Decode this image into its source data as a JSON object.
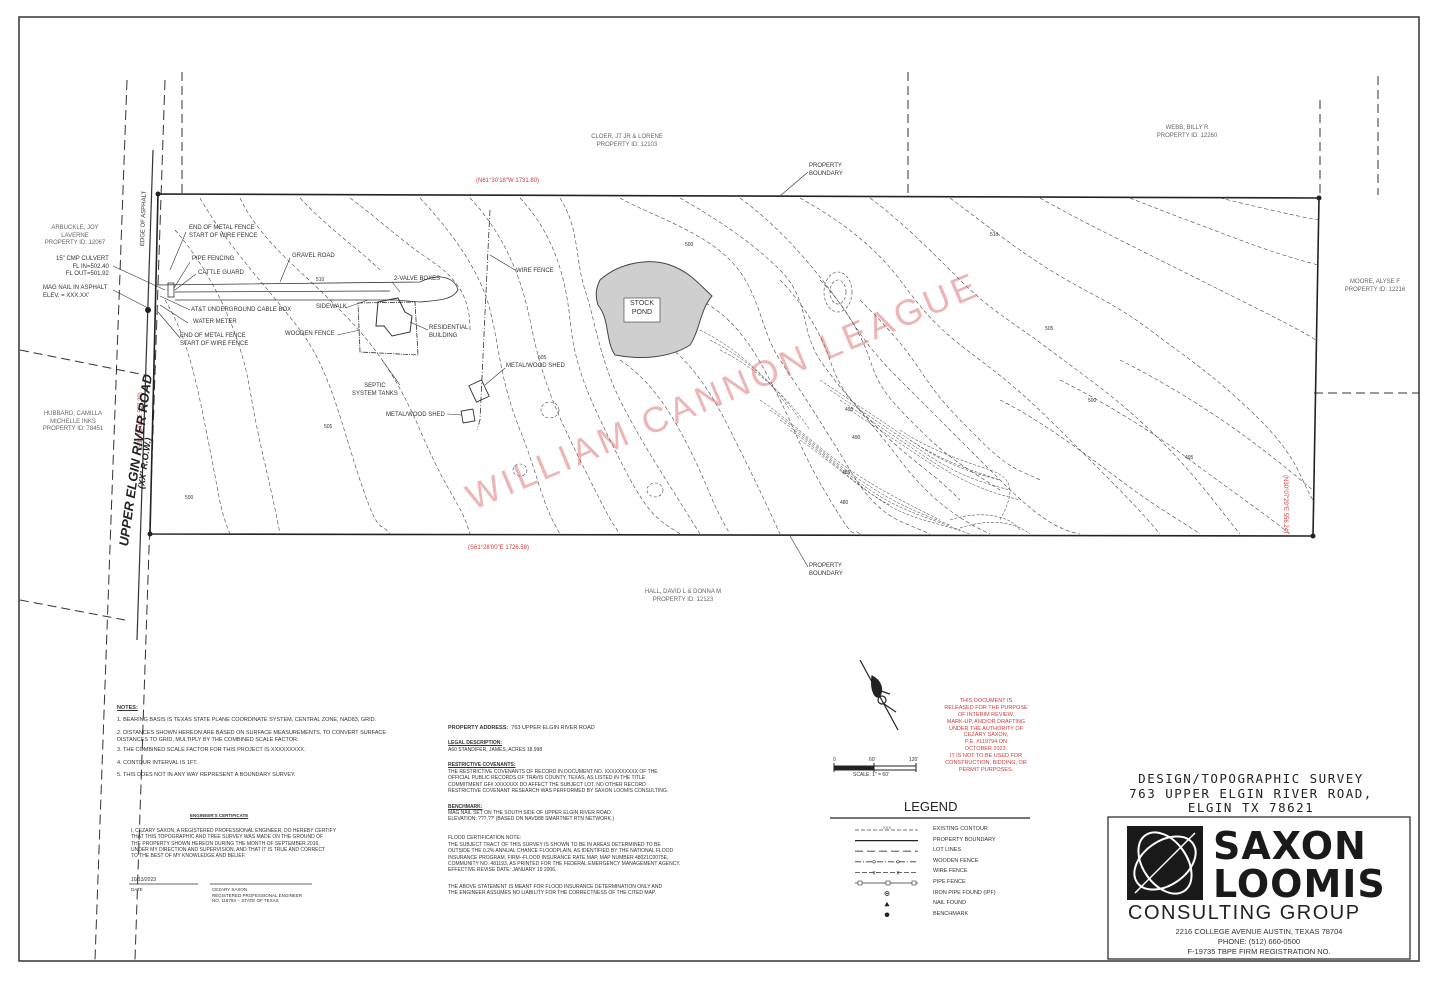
{
  "labels": {
    "owner_north": "CLOER, JT JR & LORENE\nPROPERTY ID: 12103",
    "owner_northeast": "WEBB, BILLY R\nPROPERTY ID: 12260",
    "owner_east": "MOORE, ALYSE F\nPROPERTY ID: 12216",
    "owner_south": "HALL, DAVID L & DONNA M\nPROPERTY ID: 12123",
    "owner_west_upper": "ARBUCKLE, JOY\nLAVERNE\nPROPERTY ID: 12067",
    "owner_west_lower": "HUBBARD, CAMILLA\nMICHELLE INKS\nPROPERTY ID: 78451",
    "bearing_north": "(N61°30'18\"W    1731.80)",
    "bearing_south": "(S61°28'00\"E    1726.58)",
    "bearing_east": "(N30°07'29\"E    556.24)",
    "bearing_west": "(S30°06'00\"E    557.39)",
    "property_boundary_top": "PROPERTY\nBOUNDARY",
    "property_boundary_bottom": "PROPERTY\nBOUNDARY",
    "road_name": "UPPER ELGIN RIVER ROAD",
    "road_row": "(XX' R.O.W.)",
    "edge_of_asphalt": "EDGE OF ASPHALT",
    "callout_metal_fence_top": "END OF METAL FENCE\nSTART OF WIRE FENCE",
    "callout_pipe_fencing": "PIPE FENCING",
    "callout_culvert": "15\" CMP CULVERT\nFL IN=502.40\nFL OUT=501.92",
    "callout_cattle_guard": "CATTLE GUARD",
    "callout_mag_nail": "MAG NAIL IN ASPHALT\nELEV. = XXX.XX'",
    "callout_att": "AT&T UNDERGROUND CABLE BOX",
    "callout_water_meter": "WATER METER",
    "callout_metal_fence_bottom": "END OF METAL FENCE\nSTART OF WIRE FENCE",
    "callout_gravel_road": "GRAVEL ROAD",
    "callout_valve_boxes": "2-VALVE BOXES",
    "callout_sidewalk": "SIDEWALK",
    "callout_residential": "RESIDENTIAL\nBUILDING",
    "callout_wooden_fence": "WOODEN FENCE",
    "callout_septic": "SEPTIC\nSYSTEM TANKS",
    "callout_shed_1": "METAL/WOOD SHED",
    "callout_shed_2": "METAL/WOOD SHED",
    "callout_wire_fence": "WIRE FENCE",
    "stock_pond": "STOCK\nPOND",
    "watermark": "WILLIAM CANNON LEAGUE",
    "contour_labels": [
      "510",
      "505",
      "500",
      "495",
      "490",
      "485",
      "480",
      "505",
      "500",
      "510",
      "495",
      "500",
      "505"
    ]
  },
  "notes": {
    "heading": "NOTES:",
    "items": [
      "1. BEARING BASIS IS TEXAS STATE PLANE COORDINATE SYSTEM, CENTRAL ZONE, NAD83, GRID.",
      "2. DISTANCES SHOWN HEREON ARE BASED ON SURFACE MEASUREMENTS, TO CONVERT SURFACE\nDISTANCES TO GRID, MULTIPLY BY THE COMBINED SCALE FACTOR.",
      "3. THE COMBINED SCALE FACTOR FOR THIS PROJECT IS XXXXXXXXX.",
      "4. CONTOUR INTERVAL IS 1FT.",
      "5. THIS DOES NOT IN ANY WAY REPRESENT A BOUNDARY SURVEY."
    ]
  },
  "certificate": {
    "heading": "ENGINEER'S CERTIFICATE",
    "body": "I, CEZARY SAXON, A REGISTERED PROFESSIONAL ENGINEER, DO HEREBY CERTIFY\nTHAT THIS TOPOGRAPHIC AND TREE SURVEY WAS MADE ON THE GROUND OF\nTHE PROPERTY SHOWN HEREON DURING THE MONTH OF SEPTEMBER 2016,\nUNDER MY DIRECTION AND SUPERVISION, AND THAT IT IS TRUE AND CORRECT\nTO THE BEST OF MY KNOWLEDGE AND BELIEF.",
    "date_value": "10/13/2023",
    "date_label": "DATE",
    "signer": "CEZARY SAXON\nREGISTERED PROFESSIONAL ENGINEER\nNO. 119794 -- STATE OF TEXAS"
  },
  "property": {
    "address_label": "PROPERTY ADDRESS:",
    "address_value": "763 UPPER ELGIN RIVER ROAD",
    "legal_heading": "LEGAL DESCRIPTION:",
    "legal_value": "A60 STANDIFER, JAMES, ACRES 18.998",
    "covenants_heading": "RESTRICTIVE COVENANTS:",
    "covenants_body": "THE RESTRICTIVE COVENANTS OF RECORD IN DOCUMENT NO. XXXXXXXXXX OF THE\nOFFICIAL PUBLIC RECORDS OF TRAVIS COUNTY, TEXAS, AS LISTED IN THE TITLE\nCOMMITMENT GF# XXXXXXX DO AFFECT THE SUBJECT LOT. NO OTHER RECORD\nRESTRICTIVE COVENANT RESEARCH WAS PERFORMED BY SAXON LOOMIS CONSULTING.",
    "benchmark_heading": "BENCHMARK:",
    "benchmark_body": "MAG NAIL SET ON THE SOUTH SIDE OF UPPER ELGIN RIVER ROAD.\nELEVATION: ???.??' (BASED ON NAVD88 SMARTNET RTN NETWORK.)",
    "flood_heading": "FLOOD CERTIFICATION NOTE:",
    "flood_body": "THE SUBJECT TRACT OF THIS SURVEY IS SHOWN TO BE IN AREAS DETERMINED TO BE\nOUTSIDE THE 0.2% ANNUAL CHANCE FLOODPLAIN, AS IDENTIFIED BY THE NATIONAL FLOOD\nINSURANCE PROGRAM, FIRM--FLOOD INSURANCE RATE MAP, MAP NUMBER 48021C0075E,\nCOMMUNITY NO. 481193, AS PRINTED FOR THE FEDERAL EMERGENCY MANAGEMENT AGENCY.\nEFFECTIVE REVISE DATE: JANUARY 19 2006.",
    "flood_disclaimer": "THE ABOVE STATEMENT IS MEANT FOR FLOOD INSURANCE DETERMINATION ONLY AND\nTHE ENGINEER ASSUMES NO LIABILITY FOR THE CORRECTNESS OF THE CITED MAP."
  },
  "interim": "THIS DOCUMENT IS\nRELEASED FOR THE PURPOSE\nOF INTERIM REVIEW.\nMARK-UP, AND/OR DRAFTING\nUNDER THE AUTHORITY OF\nCEZARY SAXON,\nP.E. #119794 ON\nOCTOBER 2023.\nIT IS NOT TO BE USED FOR\nCONSTRUCTION, BIDDING, OR\nPERMIT PURPOSES.",
  "scale": {
    "ticks": [
      "0",
      "60'",
      "120'"
    ],
    "label": "SCALE: 1\" = 60'"
  },
  "legend": {
    "title": "LEGEND",
    "items": [
      {
        "label": "EXISTING CONTOUR",
        "symbol": "contour",
        "tag": "XXX"
      },
      {
        "label": "PROPERTY BOUNDARY",
        "symbol": "boundary"
      },
      {
        "label": "LOT LINES",
        "symbol": "lot"
      },
      {
        "label": "WOODEN FENCE",
        "symbol": "wood"
      },
      {
        "label": "WIRE FENCE",
        "symbol": "wire"
      },
      {
        "label": "PIPE FENCE",
        "symbol": "pipe"
      },
      {
        "label": "IRON PIPE FOUND (IPF)",
        "symbol": "ipf"
      },
      {
        "label": "NAIL FOUND",
        "symbol": "nail"
      },
      {
        "label": "BENCHMARK",
        "symbol": "bench"
      }
    ]
  },
  "title_block": {
    "line1": "DESIGN/TOPOGRAPHIC SURVEY",
    "line2": "763 UPPER ELGIN RIVER ROAD,",
    "line3": "ELGIN TX 78621",
    "company_1": "SAXON",
    "company_2": "LOOMIS",
    "company_3": "CONSULTING GROUP",
    "address": "2216 COLLEGE AVENUE AUSTIN, TEXAS 78704",
    "phone": "PHONE: (512) 660-0500",
    "firm": "F-19735 TBPE FIRM REGISTRATION NO."
  },
  "colors": {
    "ink": "#222222",
    "pond": "#cfcfcf",
    "red": "#d23b3b",
    "gray_text": "#666666"
  }
}
